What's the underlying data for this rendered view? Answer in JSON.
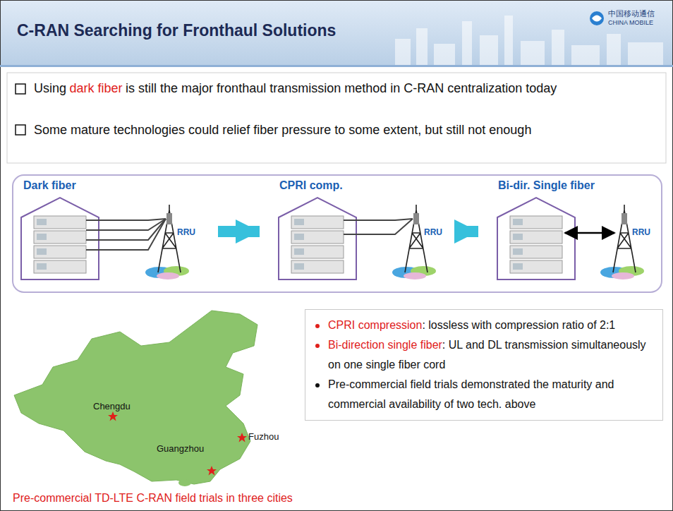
{
  "diagram": {
    "title": "C-RAN Searching for Fronthaul Solutions",
    "caption": "Pre-commercial TD-LTE C-RAN field trials in three cities",
    "nodes": [
      {
        "text": [
          "Dark fiber"
        ]
      },
      {
        "text": [
          "CPRI comp."
        ]
      },
      {
        "text": [
          "Bi-dir. Single fiber"
        ]
      },
      {
        "text": [
          "CPRI compression",
          ": lossless with compression ratio of 2:1",
          "Bi-direction single fiber",
          ": UL and DL transmission simultaneously on one single fiber cord",
          "Pre-commercial field trials demonstrated the maturity and commercial availability of two tech. above"
        ]
      }
    ],
    "edges": [
      {
        "from": 0,
        "to": 1,
        "arrow": "to"
      },
      {
        "from": 1,
        "to": 2,
        "arrow": "to"
      }
    ],
    "labels": [
      "中国移动通信",
      "CHINA MOBILE",
      "Using",
      "dark fiber",
      "is still the major fronthaul transmission method in C-RAN centralization today",
      "Some mature technologies could relief fiber pressure to some extent, but still not enough",
      "RRU",
      "RRU",
      "RRU",
      "Chengdu",
      "Guangzhou",
      "Fuzhou"
    ]
  }
}
